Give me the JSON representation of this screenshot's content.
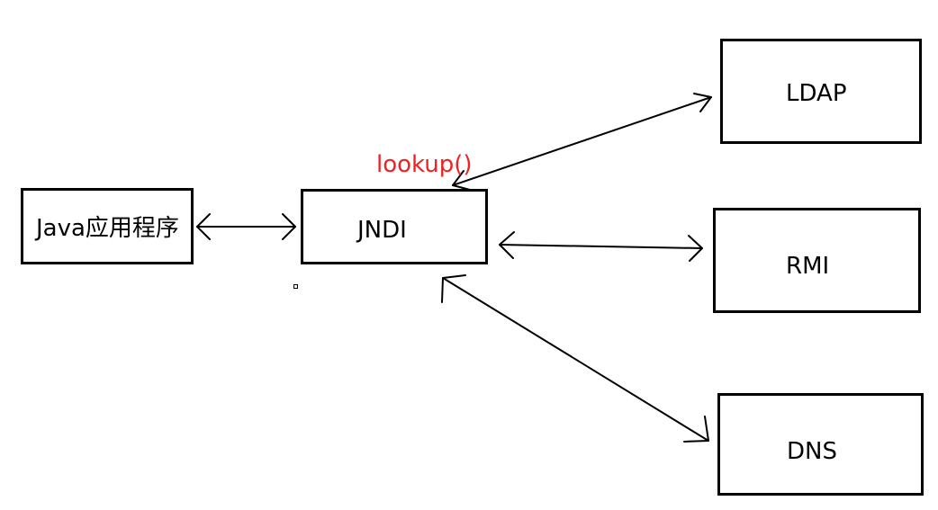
{
  "nodes": {
    "java_app": "Java应用程序",
    "jndi": "JNDI",
    "ldap": "LDAP",
    "rmi": "RMI",
    "dns": "DNS"
  },
  "annotation": {
    "lookup": "lookup()"
  },
  "colors": {
    "line": "#000000",
    "annotation": "#ee2222"
  }
}
